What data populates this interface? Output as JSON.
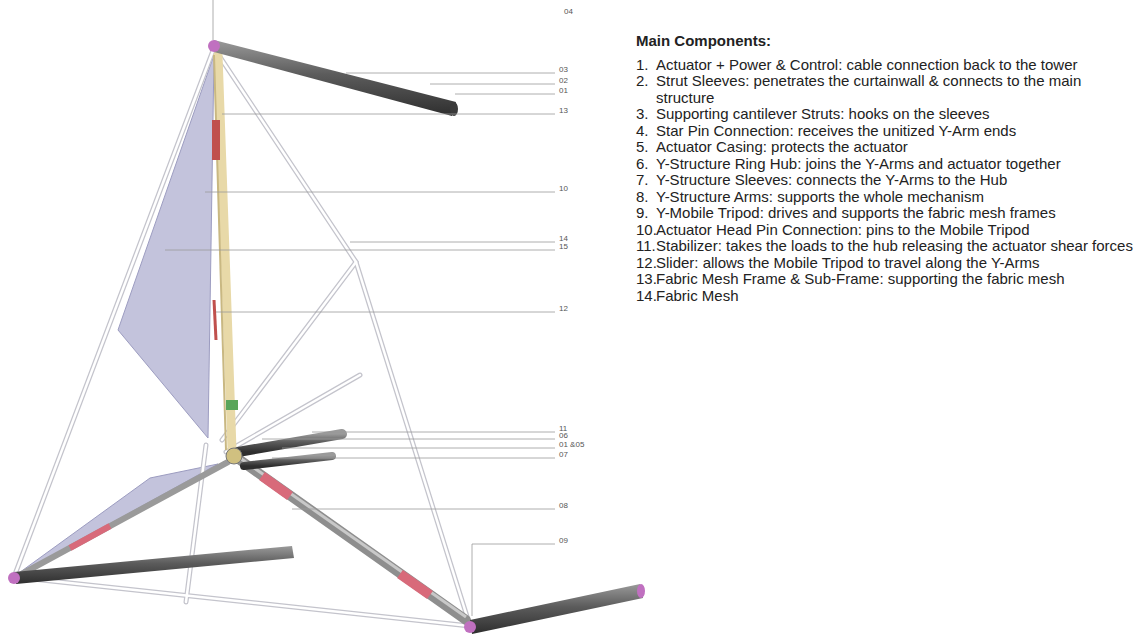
{
  "diagram": {
    "title": "Main Components:",
    "labels": [
      "04",
      "03",
      "02",
      "01",
      "13",
      "10",
      "14",
      "15",
      "12",
      "11",
      "06",
      "01 &05",
      "07",
      "08",
      "09",
      "1.",
      "Actuator + Power & Control: cable connection back to the tower",
      "2.",
      "Strut Sleeves: penetrates the curtainwall & connects to the main structure",
      "3.",
      "Supporting cantilever Struts: hooks on the sleeves",
      "4.",
      "Star Pin Connection: receives the unitized Y-Arm ends",
      "5.",
      "Actuator Casing: protects the actuator",
      "6.",
      "Y-Structure Ring Hub: joins the Y-Arms and actuator together",
      "7.",
      "Y-Structure Sleeves: connects the Y-Arms to the Hub",
      "8.",
      "Y-Structure Arms: supports the whole mechanism",
      "9.",
      "Y-Mobile Tripod: drives and supports the fabric mesh frames",
      "10.",
      "Actuator Head Pin Connection: pins to the Mobile Tripod",
      "11.",
      "Stabilizer: takes the loads to the hub releasing the actuator shear forces",
      "12.",
      "Slider: allows the Mobile Tripod to travel along the Y-Arms",
      "13.",
      "Fabric Mesh Frame & Sub-Frame: supporting the fabric mesh",
      "14.",
      "Fabric Mesh"
    ]
  }
}
